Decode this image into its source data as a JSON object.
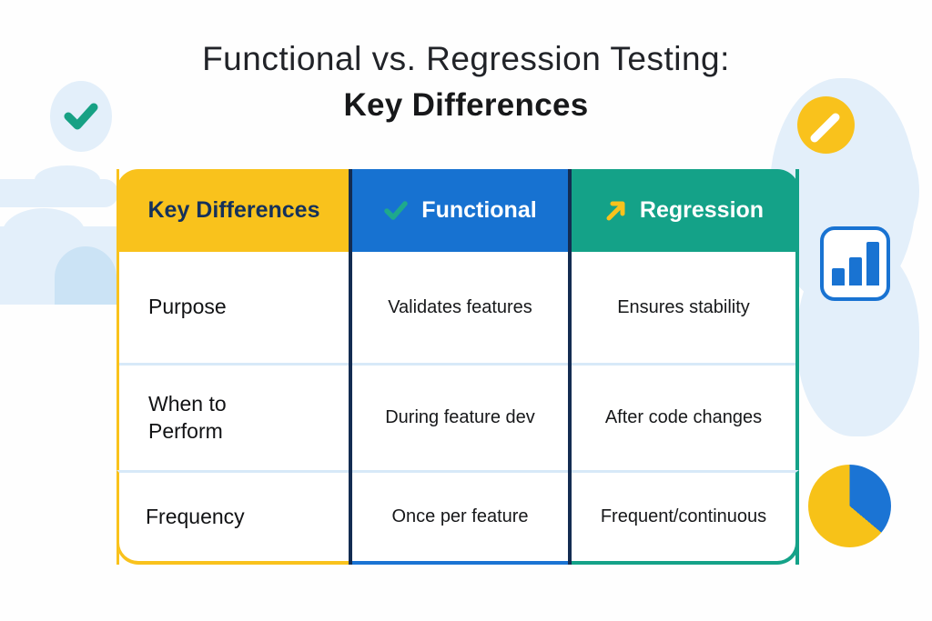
{
  "title": {
    "line1": "Functional vs. Regression Testing:",
    "line2": "Key Differences"
  },
  "table": {
    "columns": [
      {
        "label": "Key Differences",
        "icon": null,
        "color": "#f9c21c",
        "text_color": "#15315a"
      },
      {
        "label": "Functional",
        "icon": "check-icon",
        "color": "#1772d1",
        "text_color": "#ffffff"
      },
      {
        "label": "Regression",
        "icon": "arrow-up-right-icon",
        "color": "#14a288",
        "text_color": "#ffffff"
      }
    ],
    "rows": [
      {
        "label": "Purpose",
        "functional": "Validates features",
        "regression": "Ensures stability"
      },
      {
        "label": "When to Perform",
        "functional": "During feature dev",
        "regression": "After code changes"
      },
      {
        "label": "Frequency",
        "functional": "Once per feature",
        "regression": "Frequent/continuous"
      }
    ]
  },
  "colors": {
    "yellow": "#f9c21c",
    "blue": "#1a73d3",
    "teal": "#14a288",
    "navy_divider": "#132c52",
    "light_blue_blob": "#e3effa",
    "row_separator": "#d7e9f8"
  },
  "decorations": [
    "check-circle-icon",
    "pencil-circle-icon",
    "bar-chart-icon",
    "pie-chart-icon",
    "cloud-shapes"
  ]
}
